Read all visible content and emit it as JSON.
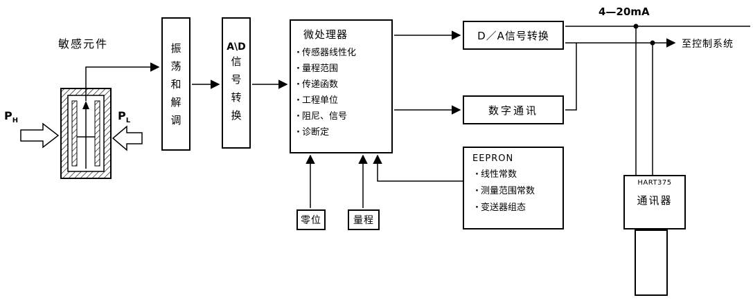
{
  "diagram": {
    "sensor_label": "敏感元件",
    "ph": {
      "base": "P",
      "sub": "H"
    },
    "pl": {
      "base": "P",
      "sub": "L"
    },
    "osc_box": {
      "text": "振荡和解调"
    },
    "ad_box": {
      "line1": "A\\D",
      "stack": "信号转换"
    },
    "mcu_box": {
      "title": "微处理器",
      "bullet": "·",
      "items": [
        "传感器线性化",
        "量程范围",
        "传递函数",
        "工程单位",
        "阻尼、信号",
        "诊断定"
      ]
    },
    "da_box": {
      "label": "D／A信号转换"
    },
    "digital_box": {
      "label": "数字通讯"
    },
    "eeprom_box": {
      "title": "EEPRON",
      "bullet": "·",
      "items": [
        "线性常数",
        "测量范围常数",
        "变送器组态"
      ]
    },
    "zero_box": {
      "label": "零位"
    },
    "span_box": {
      "label": "量程"
    },
    "loop_label": "4—20mA",
    "to_control_label": "至控制系统",
    "communicator": {
      "model": "HART375",
      "label": "通讯器"
    }
  }
}
